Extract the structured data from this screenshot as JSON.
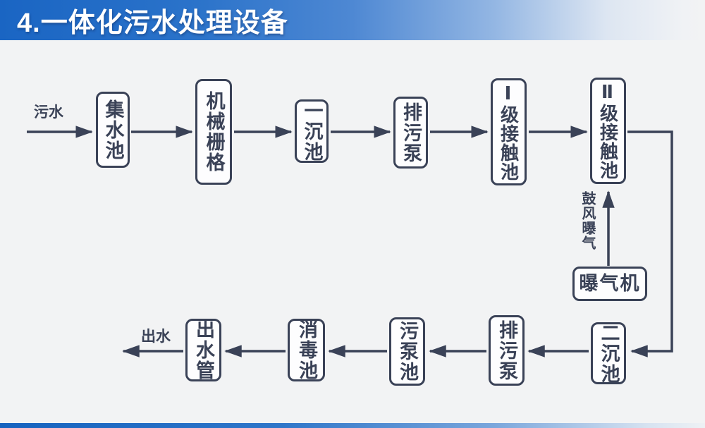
{
  "title": "4.一体化污水处理设备",
  "colors": {
    "accent_blue": "#1b69c6",
    "ink": "#3a4257",
    "background": "#f2f3f4",
    "box_fill": "#fdfdfe"
  },
  "flow": {
    "inflow_label": "污水",
    "outflow_label": "出水",
    "aeration_label": "鼓风曝气",
    "nodes": {
      "collection_tank": "集水池",
      "mechanical_grid": "机械栅格",
      "primary_sedimentation_tank": "一沉池",
      "sewage_pump_top": "排污泵",
      "stage1_contact_tank": "Ⅰ级接触池",
      "stage2_contact_tank": "Ⅱ级接触池",
      "aerator": "曝气机",
      "secondary_sedimentation_tank": "二沉池",
      "sewage_pump_bottom": "排污泵",
      "sewage_pump_tank": "污泵池",
      "disinfection_tank": "消毒池",
      "outlet_pipe": "出水管"
    }
  }
}
